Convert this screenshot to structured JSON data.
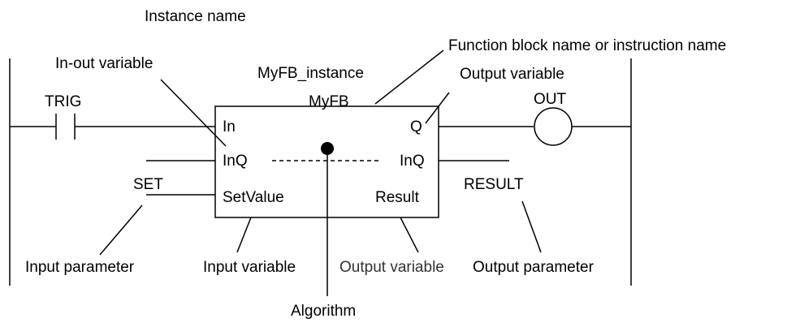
{
  "labels": {
    "instance_name": "Instance name",
    "function_block_name": "Function block name or instruction name",
    "in_out_variable": "In-out variable",
    "instance": "MyFB_instance",
    "output_variable_top": "Output variable",
    "trig": "TRIG",
    "fb_name": "MyFB",
    "out": "OUT",
    "in_pin": "In",
    "q_pin": "Q",
    "inq_left": "InQ",
    "inq_right": "InQ",
    "set": "SET",
    "result_param": "RESULT",
    "setvalue_pin": "SetValue",
    "result_pin": "Result",
    "input_parameter": "Input parameter",
    "input_variable": "Input variable",
    "output_variable_bottom": "Output variable",
    "output_parameter": "Output parameter",
    "algorithm": "Algorithm"
  }
}
